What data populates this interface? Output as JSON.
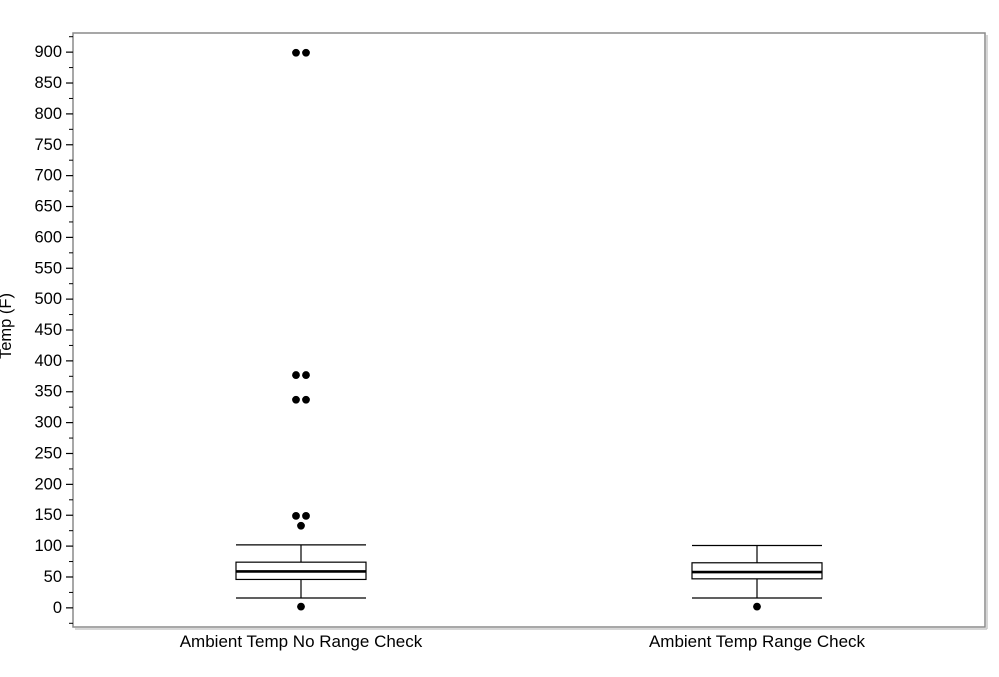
{
  "page": {
    "background": "#ffffff"
  },
  "chart_data": {
    "type": "boxplot",
    "title": "",
    "xlabel": "",
    "ylabel": "Temp (F)",
    "legend": "none",
    "grid": "off",
    "y_axis": {
      "min": -31,
      "max": 931,
      "label_start": 0,
      "label_end": 900,
      "major_tick_step": 50,
      "minor_tick_step": 25,
      "tick_labels": [
        "0",
        "50",
        "100",
        "150",
        "200",
        "250",
        "300",
        "350",
        "400",
        "450",
        "500",
        "550",
        "600",
        "650",
        "700",
        "750",
        "800",
        "850",
        "900"
      ]
    },
    "categories": [
      "Ambient Temp No Range Check",
      "Ambient Temp Range Check"
    ],
    "series": [
      {
        "name": "Ambient Temp No Range Check",
        "whisker_low": 16,
        "q1": 46,
        "median": 59,
        "q3": 74,
        "whisker_high": 102,
        "outliers": [
          899,
          899,
          377,
          377,
          337,
          337,
          149,
          149,
          133,
          2
        ]
      },
      {
        "name": "Ambient Temp Range Check",
        "whisker_low": 16,
        "q1": 47,
        "median": 58,
        "q3": 73,
        "whisker_high": 101,
        "outliers": [
          2
        ]
      }
    ],
    "style": {
      "background": "#ffffff",
      "frame_color": "#8a8a8a",
      "frame_shadow_color": "#c9c9c9",
      "box_stroke_color": "#000000",
      "box_fill_color": "#ffffff",
      "tick_color": "#000000",
      "text_color": "#000000",
      "outlier_color": "#000000"
    }
  }
}
